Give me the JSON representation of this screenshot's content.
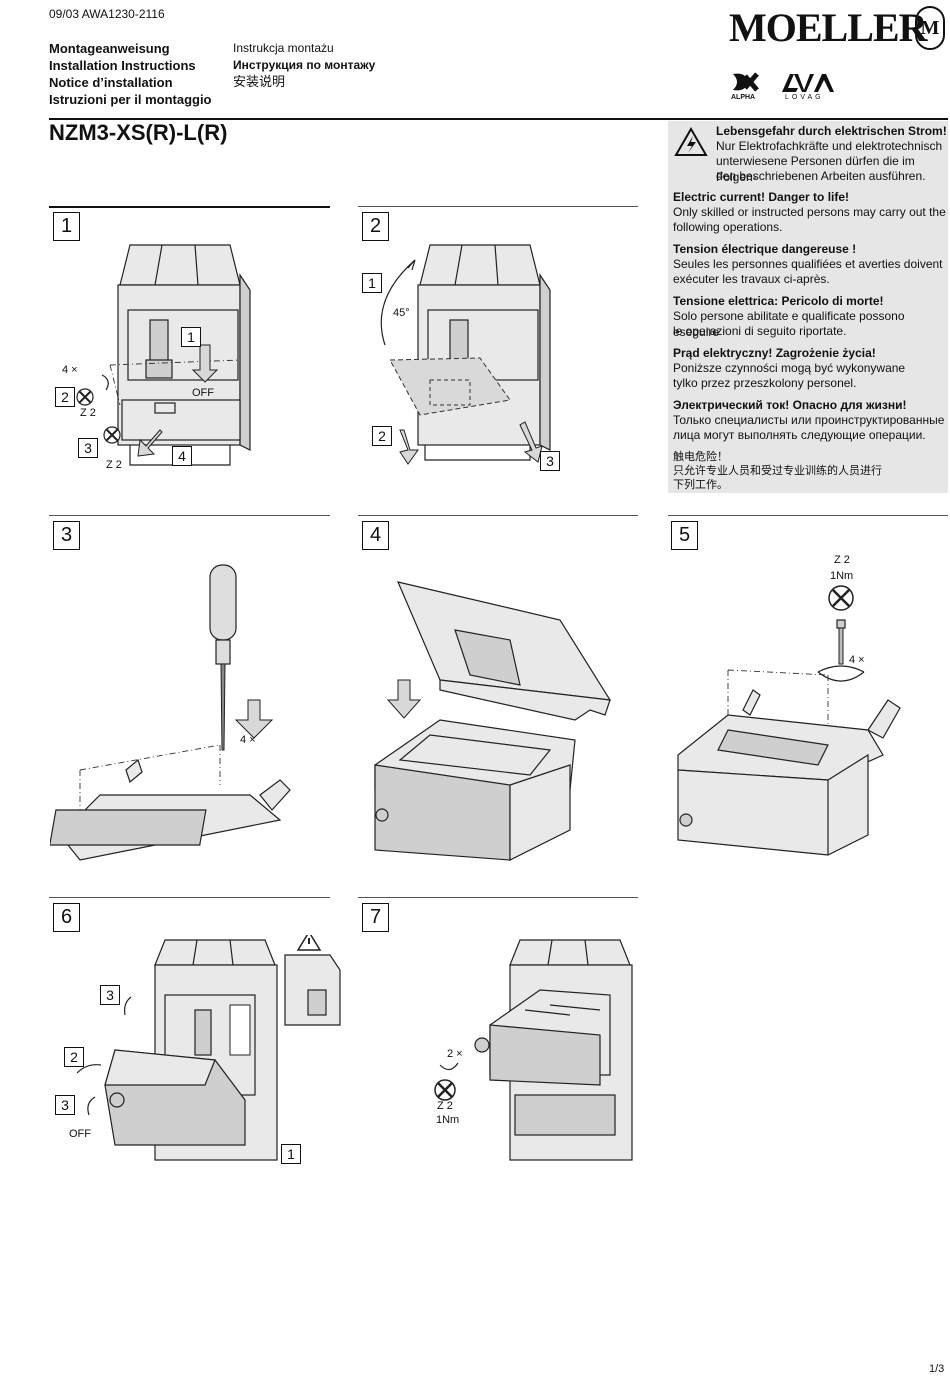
{
  "doc_code": "09/03 AWA1230-2116",
  "titles_left": [
    "Montageanweisung",
    "Installation Instructions",
    "Notice d’installation",
    "Istruzioni per il montaggio"
  ],
  "titles_right": [
    "Instrukcja montażu",
    "Инструкция по монтажу",
    "安装说明"
  ],
  "brand": "MOELLER",
  "brand_seal": "M",
  "logo_alpha": "ALPHA",
  "logo_lovag": "LOVAG",
  "product": "NZM3-XS(R)-L(R)",
  "warning": {
    "de_title": "Lebensgefahr durch elektrischen Strom!",
    "de_lines": [
      "Nur Elektrofachkräfte und elektrotechnisch",
      "unterwiesene Personen dürfen die im Folgen-",
      "den beschriebenen Arbeiten ausführen."
    ],
    "en_title": "Electric current! Danger to life!",
    "en_lines": [
      "Only skilled or instructed persons may carry out the",
      "following operations."
    ],
    "fr_title": "Tension électrique dangereuse !",
    "fr_lines": [
      "Seules les personnes qualifiées et averties doivent",
      "exécuter les travaux ci-après."
    ],
    "it_title": "Tensione elettrica: Pericolo di morte!",
    "it_lines": [
      "Solo persone abilitate e qualificate possono eseguire",
      "le operazioni di seguito riportate."
    ],
    "pl_title": "Prąd elektryczny! Zagrożenie życia!",
    "pl_lines": [
      "Poniższe czynności mogą być wykonywane",
      "tylko przez przeszkolony personel."
    ],
    "ru_title": "Электрический ток! Опасно для жизни!",
    "ru_lines": [
      "Только специалисты или проинструктированные",
      "лица могут выполнять следующие операции."
    ],
    "zh_title": "触电危险！",
    "zh_lines": [
      "只允许专业人员和受过专业训练的人员进行",
      "下列工作。"
    ]
  },
  "steps": [
    "1",
    "2",
    "3",
    "4",
    "5",
    "6",
    "7"
  ],
  "step1": {
    "c1": "1",
    "c2": "2",
    "c3": "3",
    "c4": "4",
    "count": "4 ×",
    "off": "OFF",
    "z2a": "Z 2",
    "z2b": "Z 2"
  },
  "step2": {
    "c1": "1",
    "c2": "2",
    "c3": "3",
    "angle": "45°"
  },
  "step3": {
    "count": "4 ×"
  },
  "step5": {
    "z2": "Z 2",
    "torque": "1Nm",
    "count": "4 ×"
  },
  "step6": {
    "c1": "1",
    "c2": "2",
    "c3a": "3",
    "c3b": "3",
    "off": "OFF"
  },
  "step7": {
    "count": "2 ×",
    "z2": "Z 2",
    "torque": "1Nm"
  },
  "page_num": "1/3"
}
